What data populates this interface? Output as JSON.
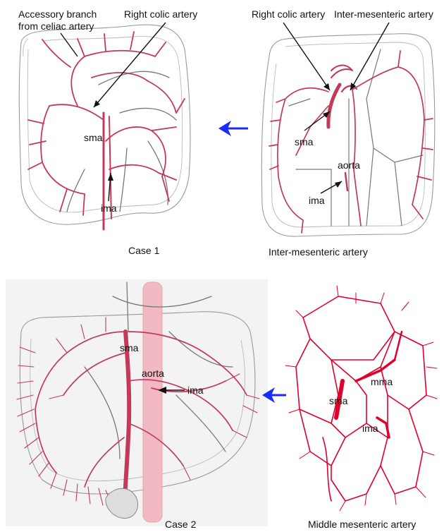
{
  "colors": {
    "artery": "#c23a5a",
    "artery_bright": "#e0002b",
    "aorta_fill": "#f2b9c4",
    "arrow_blue": "#1a2bff",
    "outline": "#9a9a9a",
    "panel_bg": "#f3f3f3"
  },
  "panels": {
    "top_left": {
      "caption": "Case 1",
      "labels": {
        "accessory_line1": "Accessory branch",
        "accessory_line2": "from celiac artery",
        "right_colic": "Right colic artery",
        "sma": "sma",
        "ima": "ima"
      }
    },
    "top_right": {
      "caption": "Inter-mesenteric artery",
      "labels": {
        "right_colic": "Right colic artery",
        "inter_mesenteric": "Inter-mesenteric artery",
        "sma": "sma",
        "aorta": "aorta",
        "ima": "ima"
      }
    },
    "bottom_left": {
      "caption": "Case 2",
      "labels": {
        "sma": "sma",
        "aorta": "aorta",
        "ima": "ima"
      }
    },
    "bottom_right": {
      "caption": "Middle mesenteric artery",
      "labels": {
        "mma": "mma",
        "sma": "sma",
        "ima": "ima"
      }
    }
  },
  "arrows": [
    {
      "direction": "left",
      "icon": "blue-arrow-icon"
    },
    {
      "direction": "left",
      "icon": "blue-arrow-icon"
    }
  ]
}
